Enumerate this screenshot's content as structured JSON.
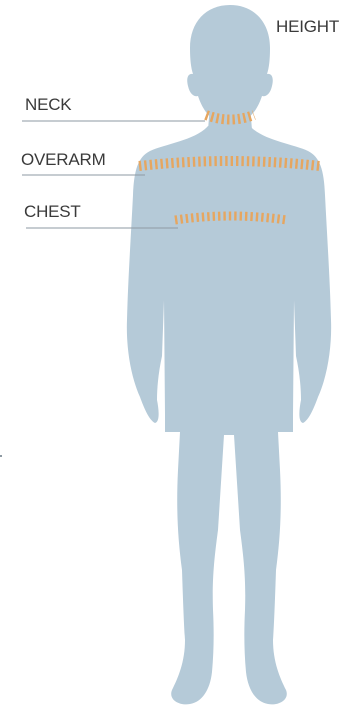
{
  "labels": {
    "height": "HEIGHT",
    "neck": "NECK",
    "overarm": "OVERARM",
    "chest": "CHEST"
  },
  "colors": {
    "body": "#b5cad8",
    "measure_ticks": "#e6a660",
    "leader_lines": "#8e9aa3",
    "text": "#3a3a3a"
  }
}
